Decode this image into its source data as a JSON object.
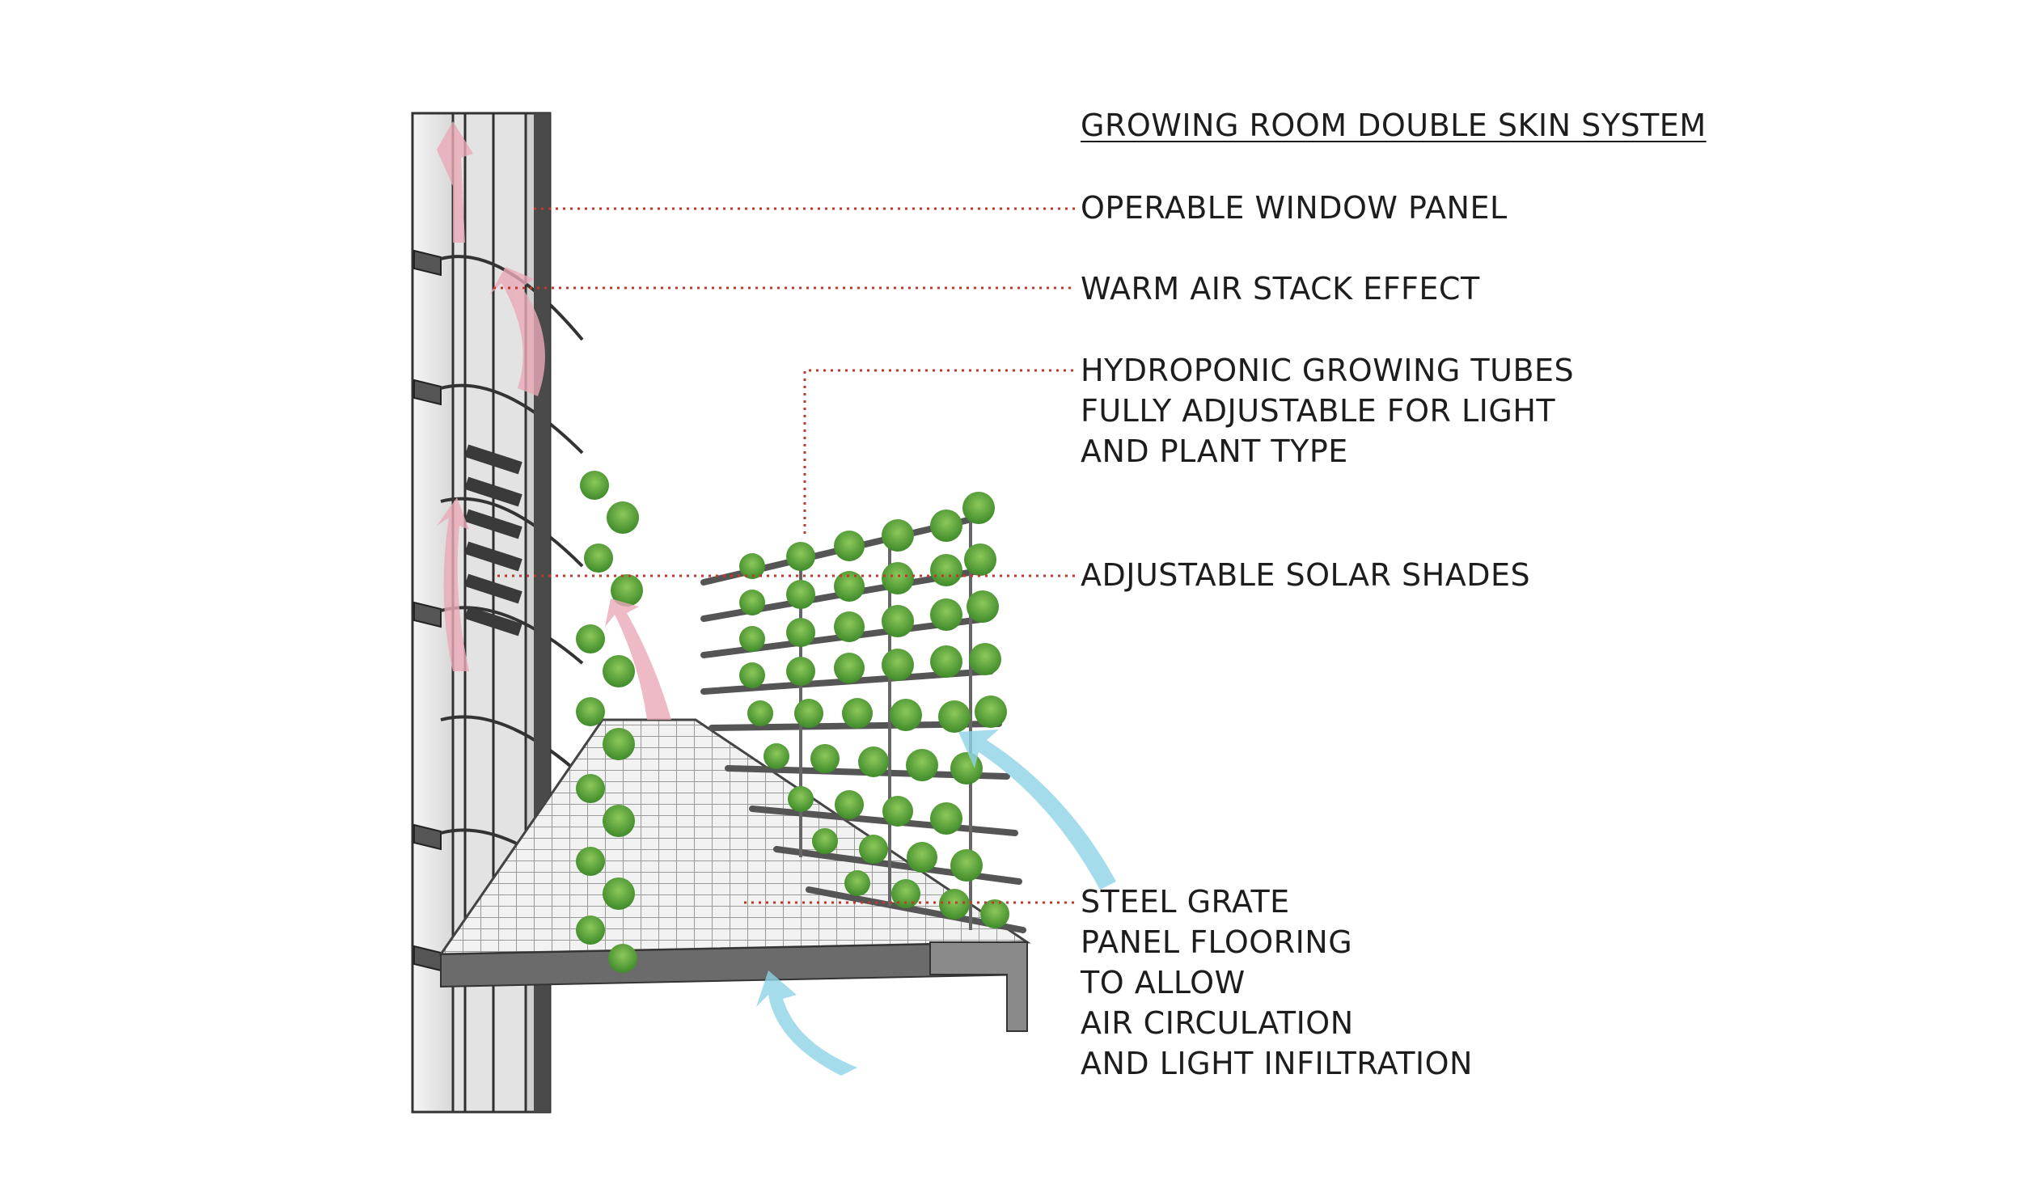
{
  "title": "GROWING ROOM DOUBLE SKIN SYSTEM",
  "labels": [
    {
      "id": "operable-window",
      "lines": [
        "OPERABLE WINDOW PANEL"
      ]
    },
    {
      "id": "warm-air",
      "lines": [
        "WARM AIR STACK EFFECT"
      ]
    },
    {
      "id": "hydroponic",
      "lines": [
        "HYDROPONIC GROWING TUBES",
        "FULLY ADJUSTABLE FOR LIGHT",
        "AND PLANT TYPE"
      ]
    },
    {
      "id": "solar-shades",
      "lines": [
        "ADJUSTABLE SOLAR SHADES"
      ]
    },
    {
      "id": "steel-grate",
      "lines": [
        "STEEL GRATE",
        "PANEL FLOORING",
        "TO ALLOW",
        "AIR CIRCULATION",
        "AND LIGHT INFILTRATION"
      ]
    }
  ],
  "colors": {
    "leader": "#c0392b",
    "text": "#1d1d1d",
    "plant": "#5fa33b",
    "warm_air": "#e9a9b8",
    "cool_air": "#8fd3e6",
    "steel": "#4a4a4a",
    "glass": "#e8e8e8"
  }
}
